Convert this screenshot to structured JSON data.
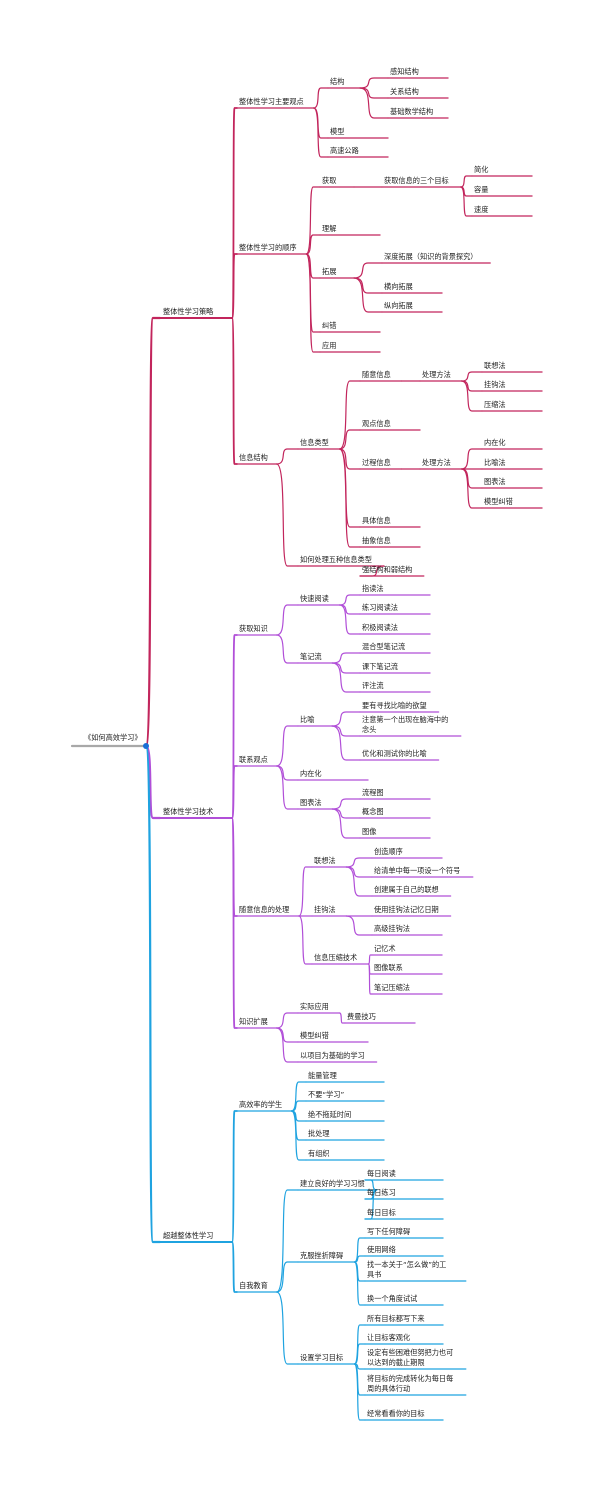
{
  "colors": {
    "strategy": "#c2255c",
    "technique": "#b14fd8",
    "beyond": "#1fa3e0",
    "root": "#a8a8a8",
    "center": "#1a6fd6"
  },
  "root": "《如何高效学习》",
  "branches": [
    {
      "id": "b1",
      "text": "整体性学习策略",
      "color": "strategy",
      "children": [
        {
          "text": "整体性学习主要观点",
          "children": [
            {
              "text": "结构",
              "children": [
                {
                  "text": "感知结构"
                },
                {
                  "text": "关系结构"
                },
                {
                  "text": "基础数学结构"
                }
              ]
            },
            {
              "text": "模型"
            },
            {
              "text": "高速公路"
            }
          ]
        },
        {
          "text": "整体性学习的顺序",
          "children": [
            {
              "text": "获取",
              "children": [
                {
                  "text": "获取信息的三个目标",
                  "children": [
                    {
                      "text": "简化"
                    },
                    {
                      "text": "容量"
                    },
                    {
                      "text": "速度"
                    }
                  ]
                }
              ]
            },
            {
              "text": "理解"
            },
            {
              "text": "拓展",
              "children": [
                {
                  "text": "深度拓展（知识的背景探究）"
                },
                {
                  "text": "横向拓展"
                },
                {
                  "text": "纵向拓展"
                }
              ]
            },
            {
              "text": "纠错"
            },
            {
              "text": "应用"
            }
          ]
        },
        {
          "text": "信息结构",
          "children": [
            {
              "text": "信息类型",
              "children": [
                {
                  "text": "随意信息",
                  "children": [
                    {
                      "text": "处理方法",
                      "children": [
                        {
                          "text": "联想法"
                        },
                        {
                          "text": "挂钩法"
                        },
                        {
                          "text": "压缩法"
                        }
                      ]
                    }
                  ]
                },
                {
                  "text": "观点信息"
                },
                {
                  "text": "过程信息",
                  "children": [
                    {
                      "text": "处理方法",
                      "children": [
                        {
                          "text": "内在化"
                        },
                        {
                          "text": "比喻法"
                        },
                        {
                          "text": "图表法"
                        },
                        {
                          "text": "模型纠错"
                        }
                      ]
                    }
                  ]
                },
                {
                  "text": "具体信息"
                },
                {
                  "text": "抽象信息"
                }
              ]
            },
            {
              "text": "如何处理五种信息类型",
              "children": [
                {
                  "text": "强结构和弱结构"
                }
              ]
            }
          ]
        }
      ]
    },
    {
      "id": "b2",
      "text": "整体性学习技术",
      "color": "technique",
      "children": [
        {
          "text": "获取知识",
          "children": [
            {
              "text": "快速阅读",
              "children": [
                {
                  "text": "指读法"
                },
                {
                  "text": "练习阅读法"
                },
                {
                  "text": "积极阅读法"
                }
              ]
            },
            {
              "text": "笔记流",
              "children": [
                {
                  "text": "混合型笔记流"
                },
                {
                  "text": "课下笔记流"
                },
                {
                  "text": "评注流"
                }
              ]
            }
          ]
        },
        {
          "text": "联系观点",
          "children": [
            {
              "text": "比喻",
              "children": [
                {
                  "text": "要有寻找比喻的欲望"
                },
                {
                  "text": "注意第一个出现在脑海中的念头"
                },
                {
                  "text": "优化和测试你的比喻"
                }
              ]
            },
            {
              "text": "内在化"
            },
            {
              "text": "图表法",
              "children": [
                {
                  "text": "流程图"
                },
                {
                  "text": "概念图"
                },
                {
                  "text": "图像"
                }
              ]
            }
          ]
        },
        {
          "text": "随意信息的处理",
          "children": [
            {
              "text": "联想法",
              "children": [
                {
                  "text": "创造顺序"
                },
                {
                  "text": "给清单中每一项设一个符号"
                },
                {
                  "text": "创建属于自己的联想"
                }
              ]
            },
            {
              "text": "挂钩法",
              "children": [
                {
                  "text": "使用挂钩法记忆日期"
                },
                {
                  "text": "高级挂钩法"
                }
              ]
            },
            {
              "text": "信息压缩技术",
              "children": [
                {
                  "text": "记忆术"
                },
                {
                  "text": "图像联系"
                },
                {
                  "text": "笔记压缩法"
                }
              ]
            }
          ]
        },
        {
          "text": "知识扩展",
          "children": [
            {
              "text": "实际应用",
              "children": [
                {
                  "text": "费曼技巧"
                }
              ]
            },
            {
              "text": "模型纠错"
            },
            {
              "text": "以项目为基础的学习"
            }
          ]
        }
      ]
    },
    {
      "id": "b3",
      "text": "超越整体性学习",
      "color": "beyond",
      "children": [
        {
          "text": "高效率的学生",
          "children": [
            {
              "text": "能量管理"
            },
            {
              "text": "不要“学习”"
            },
            {
              "text": "绝不拖延时间"
            },
            {
              "text": "批处理"
            },
            {
              "text": "有组织"
            }
          ]
        },
        {
          "text": "自我教育",
          "children": [
            {
              "text": "建立良好的学习习惯",
              "children": [
                {
                  "text": "每日阅读"
                },
                {
                  "text": "每日练习"
                },
                {
                  "text": "每日目标"
                }
              ]
            },
            {
              "text": "克服挫折障碍",
              "children": [
                {
                  "text": "写下任何障碍"
                },
                {
                  "text": "使用网络"
                },
                {
                  "text": "找一本关于“怎么做”的工具书"
                },
                {
                  "text": "换一个角度试试"
                }
              ]
            },
            {
              "text": "设置学习目标",
              "children": [
                {
                  "text": "所有目标都写下来"
                },
                {
                  "text": "让目标客观化"
                },
                {
                  "text": "设定有些困难但努把力也可以达到的截止期限"
                },
                {
                  "text": "将目标的完成转化为每日每周的具体行动"
                },
                {
                  "text": "经常看看你的目标"
                }
              ]
            }
          ]
        }
      ]
    }
  ]
}
